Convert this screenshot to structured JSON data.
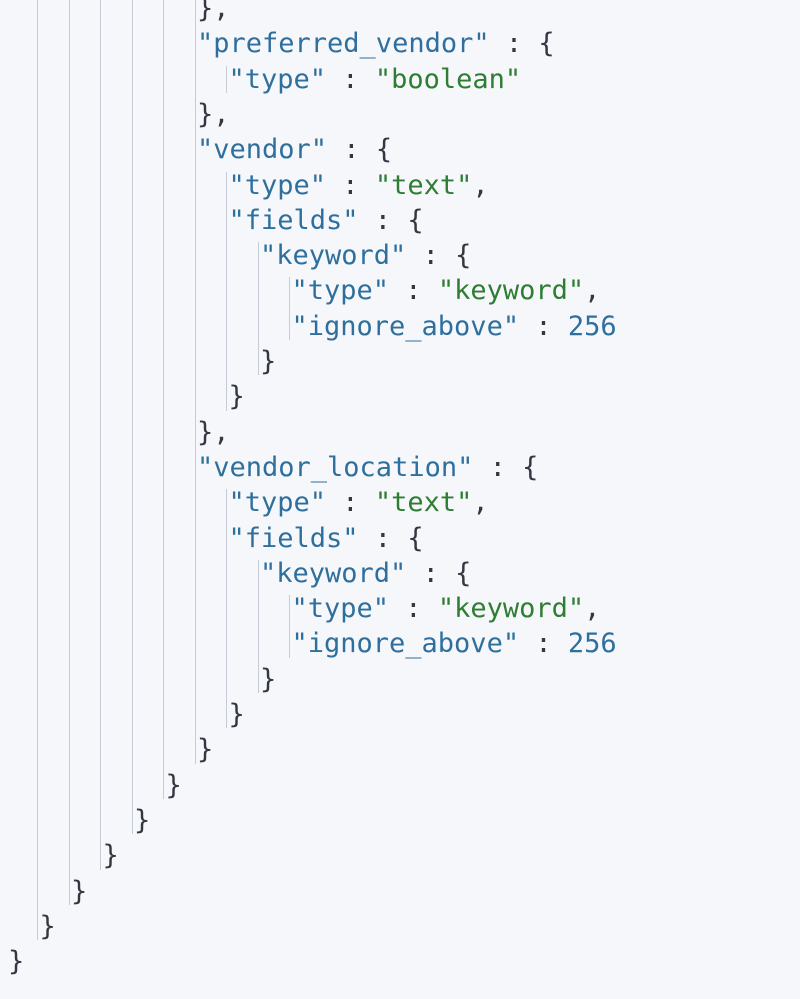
{
  "code_viewer": {
    "colors": {
      "background": "#f5f7fa",
      "key": "#2e6f9e",
      "string": "#2f7d32",
      "number": "#2e6f9e",
      "punctuation": "#343741",
      "indent_guide": "#c6ccd6"
    },
    "lines": [
      {
        "indent": 6,
        "tokens": [
          {
            "t": "punct",
            "v": "},"
          }
        ]
      },
      {
        "indent": 6,
        "tokens": [
          {
            "t": "key",
            "v": "\"preferred_vendor\""
          },
          {
            "t": "punct",
            "v": " : {"
          }
        ]
      },
      {
        "indent": 7,
        "tokens": [
          {
            "t": "key",
            "v": "\"type\""
          },
          {
            "t": "punct",
            "v": " : "
          },
          {
            "t": "str",
            "v": "\"boolean\""
          }
        ]
      },
      {
        "indent": 6,
        "tokens": [
          {
            "t": "punct",
            "v": "},"
          }
        ]
      },
      {
        "indent": 6,
        "tokens": [
          {
            "t": "key",
            "v": "\"vendor\""
          },
          {
            "t": "punct",
            "v": " : {"
          }
        ]
      },
      {
        "indent": 7,
        "tokens": [
          {
            "t": "key",
            "v": "\"type\""
          },
          {
            "t": "punct",
            "v": " : "
          },
          {
            "t": "str",
            "v": "\"text\""
          },
          {
            "t": "punct",
            "v": ","
          }
        ]
      },
      {
        "indent": 7,
        "tokens": [
          {
            "t": "key",
            "v": "\"fields\""
          },
          {
            "t": "punct",
            "v": " : {"
          }
        ]
      },
      {
        "indent": 8,
        "tokens": [
          {
            "t": "key",
            "v": "\"keyword\""
          },
          {
            "t": "punct",
            "v": " : {"
          }
        ]
      },
      {
        "indent": 9,
        "tokens": [
          {
            "t": "key",
            "v": "\"type\""
          },
          {
            "t": "punct",
            "v": " : "
          },
          {
            "t": "str",
            "v": "\"keyword\""
          },
          {
            "t": "punct",
            "v": ","
          }
        ]
      },
      {
        "indent": 9,
        "tokens": [
          {
            "t": "key",
            "v": "\"ignore_above\""
          },
          {
            "t": "punct",
            "v": " : "
          },
          {
            "t": "num",
            "v": "256"
          }
        ]
      },
      {
        "indent": 8,
        "tokens": [
          {
            "t": "punct",
            "v": "}"
          }
        ]
      },
      {
        "indent": 7,
        "tokens": [
          {
            "t": "punct",
            "v": "}"
          }
        ]
      },
      {
        "indent": 6,
        "tokens": [
          {
            "t": "punct",
            "v": "},"
          }
        ]
      },
      {
        "indent": 6,
        "tokens": [
          {
            "t": "key",
            "v": "\"vendor_location\""
          },
          {
            "t": "punct",
            "v": " : {"
          }
        ]
      },
      {
        "indent": 7,
        "tokens": [
          {
            "t": "key",
            "v": "\"type\""
          },
          {
            "t": "punct",
            "v": " : "
          },
          {
            "t": "str",
            "v": "\"text\""
          },
          {
            "t": "punct",
            "v": ","
          }
        ]
      },
      {
        "indent": 7,
        "tokens": [
          {
            "t": "key",
            "v": "\"fields\""
          },
          {
            "t": "punct",
            "v": " : {"
          }
        ]
      },
      {
        "indent": 8,
        "tokens": [
          {
            "t": "key",
            "v": "\"keyword\""
          },
          {
            "t": "punct",
            "v": " : {"
          }
        ]
      },
      {
        "indent": 9,
        "tokens": [
          {
            "t": "key",
            "v": "\"type\""
          },
          {
            "t": "punct",
            "v": " : "
          },
          {
            "t": "str",
            "v": "\"keyword\""
          },
          {
            "t": "punct",
            "v": ","
          }
        ]
      },
      {
        "indent": 9,
        "tokens": [
          {
            "t": "key",
            "v": "\"ignore_above\""
          },
          {
            "t": "punct",
            "v": " : "
          },
          {
            "t": "num",
            "v": "256"
          }
        ]
      },
      {
        "indent": 8,
        "tokens": [
          {
            "t": "punct",
            "v": "}"
          }
        ]
      },
      {
        "indent": 7,
        "tokens": [
          {
            "t": "punct",
            "v": "}"
          }
        ]
      },
      {
        "indent": 6,
        "tokens": [
          {
            "t": "punct",
            "v": "}"
          }
        ]
      },
      {
        "indent": 5,
        "tokens": [
          {
            "t": "punct",
            "v": "}"
          }
        ]
      },
      {
        "indent": 4,
        "tokens": [
          {
            "t": "punct",
            "v": "}"
          }
        ]
      },
      {
        "indent": 3,
        "tokens": [
          {
            "t": "punct",
            "v": "}"
          }
        ]
      },
      {
        "indent": 2,
        "tokens": [
          {
            "t": "punct",
            "v": "}"
          }
        ]
      },
      {
        "indent": 1,
        "tokens": [
          {
            "t": "punct",
            "v": "}"
          }
        ]
      },
      {
        "indent": 0,
        "tokens": [
          {
            "t": "punct",
            "v": "}"
          }
        ]
      }
    ]
  }
}
